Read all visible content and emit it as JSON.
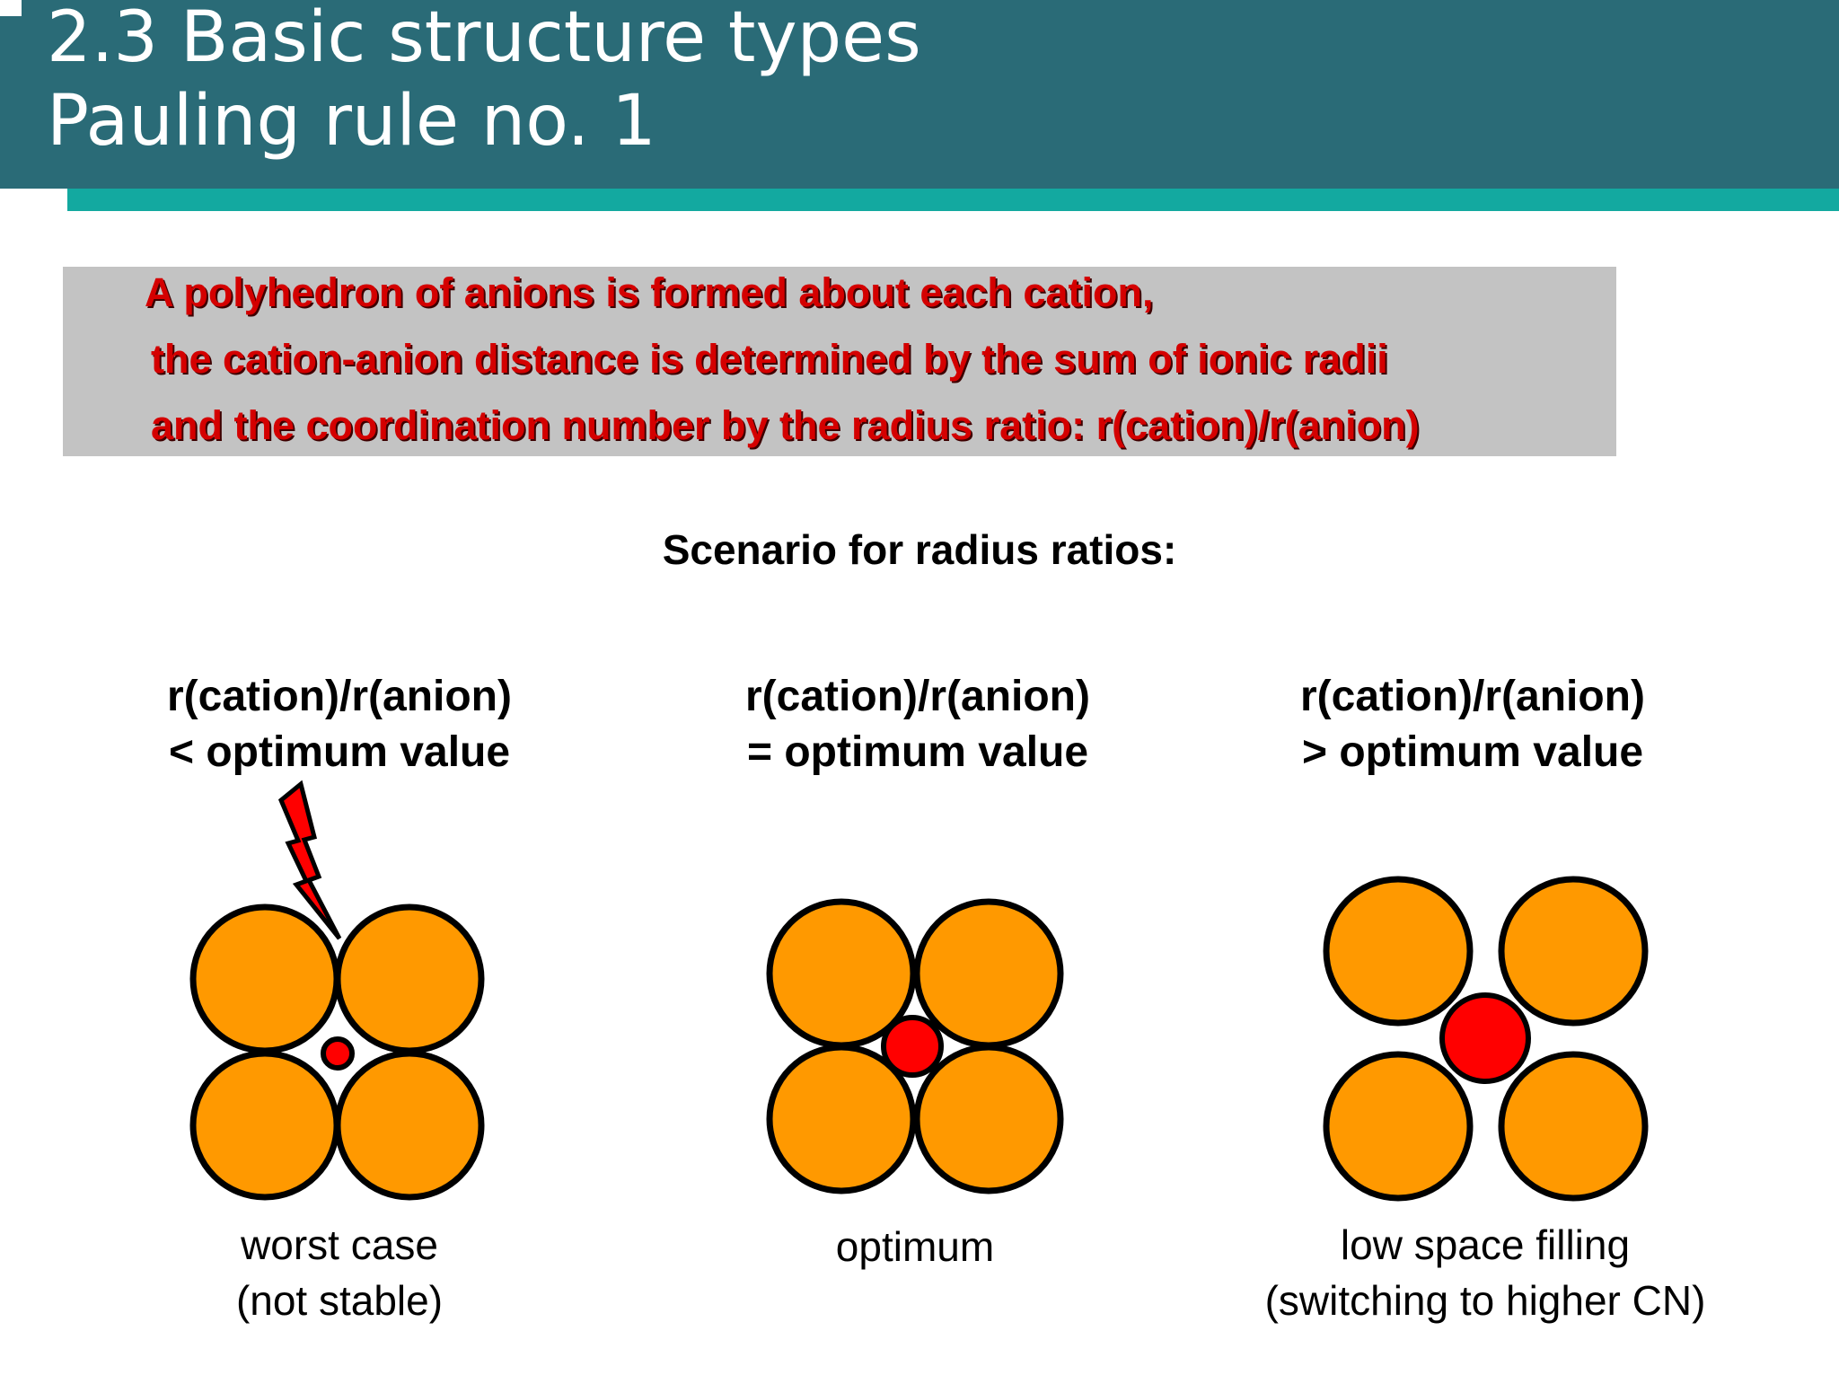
{
  "header": {
    "title_line1": "2.3 Basic structure types",
    "title_line2": "Pauling rule no. 1"
  },
  "rule": {
    "lines": [
      "A polyhedron of anions is formed about each cation,",
      "the cation-anion distance is determined by the sum of ionic radii",
      "and the coordination number by the radius ratio: r(cation)/r(anion)"
    ]
  },
  "scenario_heading": "Scenario for radius ratios:",
  "cases": [
    {
      "title_line1": "r(cation)/r(anion)",
      "title_line2": "< optimum value",
      "caption_line1": "worst case",
      "caption_line2": "(not stable)"
    },
    {
      "title_line1": "r(cation)/r(anion)",
      "title_line2": "= optimum value",
      "caption_line1": "optimum",
      "caption_line2": ""
    },
    {
      "title_line1": "r(cation)/r(anion)",
      "title_line2": "> optimum value",
      "caption_line1": "low space filling",
      "caption_line2": "(switching to higher CN)"
    }
  ],
  "colors": {
    "header": "#2a6b77",
    "accent": "#13a9a0",
    "anion": "#ff9900",
    "cation": "#ff0000",
    "rule_text": "#d40000",
    "rule_box": "#c3c3c3"
  },
  "icons": {
    "warning": "lightning-bolt-icon"
  }
}
